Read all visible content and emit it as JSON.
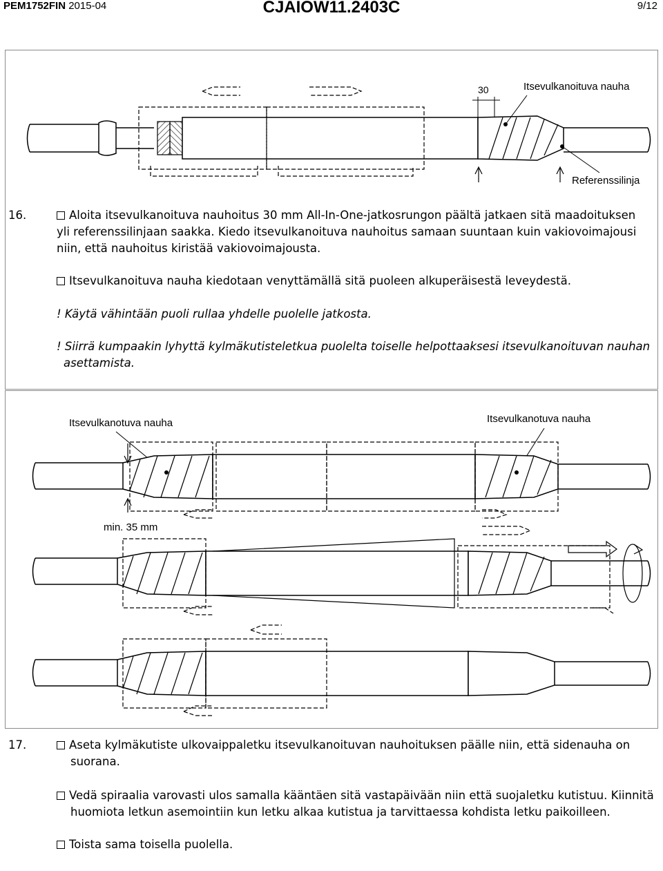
{
  "header": {
    "doc_id": "PEM1752FIN",
    "date": "2015-04",
    "model": "CJAIOW11.2403C",
    "page": "9/12"
  },
  "figure1": {
    "dimension": "30",
    "tape_label": "Itsevulkanoituva nauha",
    "reference_label": "Referenssilinja"
  },
  "step16": {
    "number": "16.",
    "lines": [
      "Aloita itsevulkanoituva nauhoitus 30 mm All-In-One-jatkosrungon päältä jatkaen sitä maadoituksen",
      "yli referenssilinjaan saakka. Kiedo itsevulkanoituva nauhoitus samaan suuntaan kuin vakiovoimajousi",
      "niin, että nauhoitus kiristää  vakiovoimajousta."
    ],
    "bullet": "Itsevulkanoituva nauha kiedotaan venyttämällä sitä puoleen alkuperäisestä leveydestä.",
    "note1": "! Käytä vähintään puoli rullaa yhdelle puolelle jatkosta.",
    "note2_lines": [
      "! Siirrä kumpaakin lyhyttä kylmäkutisteletkua puolelta toiselle helpottaaksesi itsevulkanoituvan nauhan",
      "asettamista."
    ]
  },
  "figure2": {
    "label_left": "Itsevulkanotuva nauha",
    "label_right": "Itsevulkanotuva nauha",
    "min_label": "min. 35 mm"
  },
  "step17": {
    "number": "17.",
    "para1_lines": [
      "Aseta kylmäkutiste ulkovaippaletku itsevulkanoituvan nauhoituksen päälle niin, että sidenauha on",
      "suorana."
    ],
    "para2_lines": [
      "Vedä spiraalia varovasti ulos samalla kääntäen sitä vastapäivään niin että suojaletku kutistuu. Kiinnitä",
      "huomiota letkun asemointiin kun letku alkaa kutistua ja tarvittaessa kohdista letku paikoilleen."
    ],
    "para3": "Toista sama toisella puolella."
  }
}
